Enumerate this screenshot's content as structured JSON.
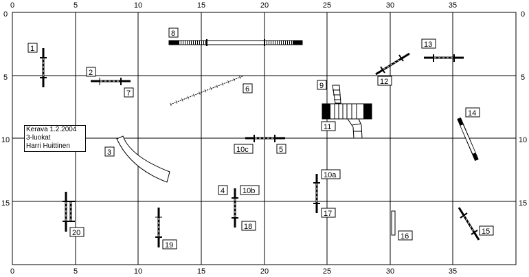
{
  "axes": {
    "x_ticks": [
      "0",
      "5",
      "10",
      "15",
      "20",
      "25",
      "30",
      "35"
    ],
    "y_ticks": [
      "0",
      "5",
      "10",
      "15"
    ]
  },
  "info": {
    "line1": "Kerava 1.2.2004",
    "line2": "3-luokat",
    "line3": "Harri Huittinen"
  },
  "labels": {
    "l1": "1",
    "l2": "2",
    "l3": "3",
    "l4": "4",
    "l5": "5",
    "l6": "6",
    "l7": "7",
    "l8": "8",
    "l9": "9",
    "l10a": "10a",
    "l10b": "10b",
    "l10c": "10c",
    "l11": "11",
    "l12": "12",
    "l13": "13",
    "l14": "14",
    "l15": "15",
    "l16": "16",
    "l17": "17",
    "l18": "18",
    "l19": "19",
    "l20": "20"
  }
}
